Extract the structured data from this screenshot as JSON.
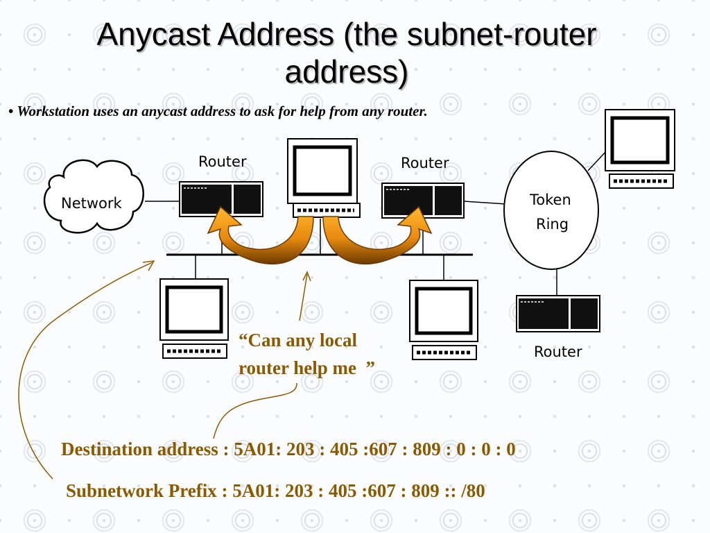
{
  "slide": {
    "title": "Anycast Address (the subnet-router address)",
    "bullet_marker": "•",
    "bullet": "Workstation uses an anycast address to ask for help from any router."
  },
  "diagram": {
    "network_label": "Network",
    "router_left_label": "Router",
    "router_mid_label": "Router",
    "router_bottom_label": "Router",
    "token_ring_line1": "Token",
    "token_ring_line2": "Ring",
    "quote": "“Can any local\nrouter help me  ”"
  },
  "addresses": {
    "destination": "Destination address : 5A01: 203 : 405 :607 : 809 : 0 : 0 : 0",
    "prefix": "Subnetwork Prefix : 5A01: 203 : 405 :607 : 809 :: /80"
  },
  "colors": {
    "annotation_text": "#8b5a00",
    "arrow_orange": "#f5a020",
    "arrow_brown": "#7a4500"
  }
}
